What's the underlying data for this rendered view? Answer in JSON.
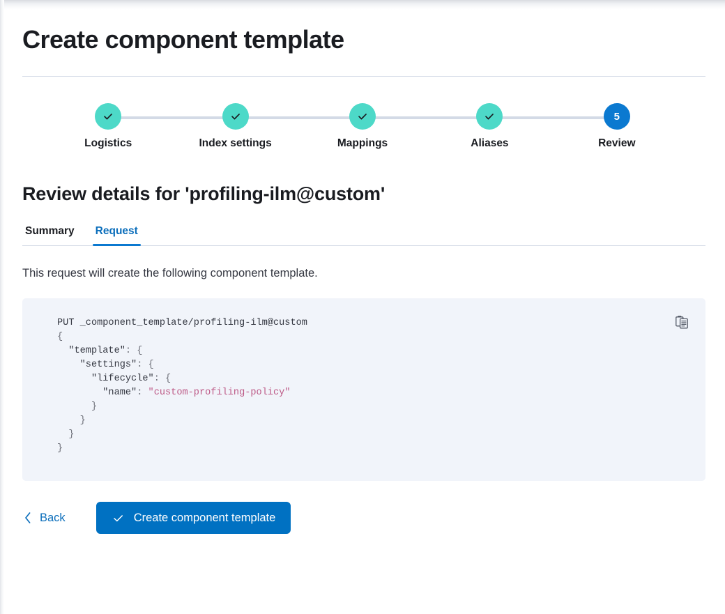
{
  "header": {
    "title": "Create component template"
  },
  "steps": {
    "items": [
      {
        "label": "Logistics",
        "state": "complete",
        "number": "1",
        "icon": "check-icon"
      },
      {
        "label": "Index settings",
        "state": "complete",
        "number": "2",
        "icon": "check-icon"
      },
      {
        "label": "Mappings",
        "state": "complete",
        "number": "3",
        "icon": "check-icon"
      },
      {
        "label": "Aliases",
        "state": "complete",
        "number": "4",
        "icon": "check-icon"
      },
      {
        "label": "Review",
        "state": "current",
        "number": "5",
        "icon": ""
      }
    ]
  },
  "review": {
    "title": "Review details for 'profiling-ilm@custom'",
    "template_name": "profiling-ilm@custom",
    "tabs": [
      {
        "label": "Summary",
        "active": false
      },
      {
        "label": "Request",
        "active": true
      }
    ],
    "description": "This request will create the following component template.",
    "request": {
      "method": "PUT",
      "path": "_component_template/profiling-ilm@custom",
      "first_line": "PUT _component_template/profiling-ilm@custom",
      "body_lines": [
        "{",
        "  \"template\": {",
        "    \"settings\": {",
        "      \"lifecycle\": {",
        "        \"name\": \"custom-profiling-policy\"",
        "      }",
        "    }",
        "  }",
        "}"
      ],
      "lifecycle_name": "custom-profiling-policy"
    },
    "copy_icon": "clipboard-copy-icon"
  },
  "actions": {
    "back_label": "Back",
    "back_icon": "chevron-left-icon",
    "submit_label": "Create component template",
    "submit_icon": "check-icon"
  },
  "colors": {
    "step_complete": "#4dd9c8",
    "step_current": "#0b79d0",
    "step_connector": "#d3dae6",
    "primary_button": "#0071c2",
    "link": "#0b6ebb",
    "code_background": "#f1f4fa",
    "code_string": "#bd5986",
    "text": "#343741",
    "heading": "#1a1c21"
  }
}
